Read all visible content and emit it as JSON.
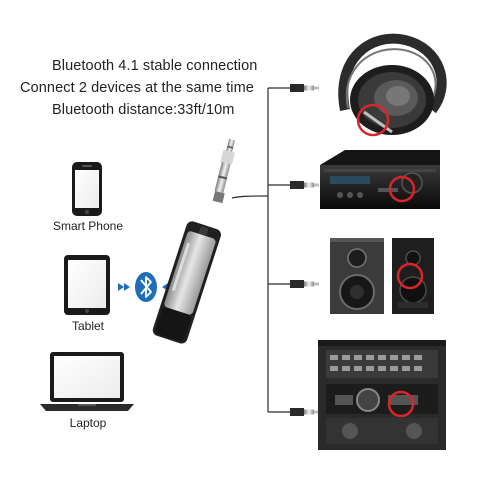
{
  "features": {
    "line1": "Bluetooth 4.1 stable connection",
    "line2": "Connect 2 devices at the same time",
    "line3": "Bluetooth distance:33ft/10m"
  },
  "devices": {
    "phone": "Smart Phone",
    "tablet": "Tablet",
    "laptop": "Laptop"
  },
  "colors": {
    "highlight_circle": "#d8262b",
    "bluetooth_blue": "#1f6fb8",
    "adapter_silver": "#c8c8c8",
    "adapter_black": "#1c1c1c"
  },
  "icons": {
    "bluetooth": "bluetooth-icon",
    "signal_left": "signal-waves-left-icon",
    "signal_right": "signal-waves-right-icon"
  }
}
